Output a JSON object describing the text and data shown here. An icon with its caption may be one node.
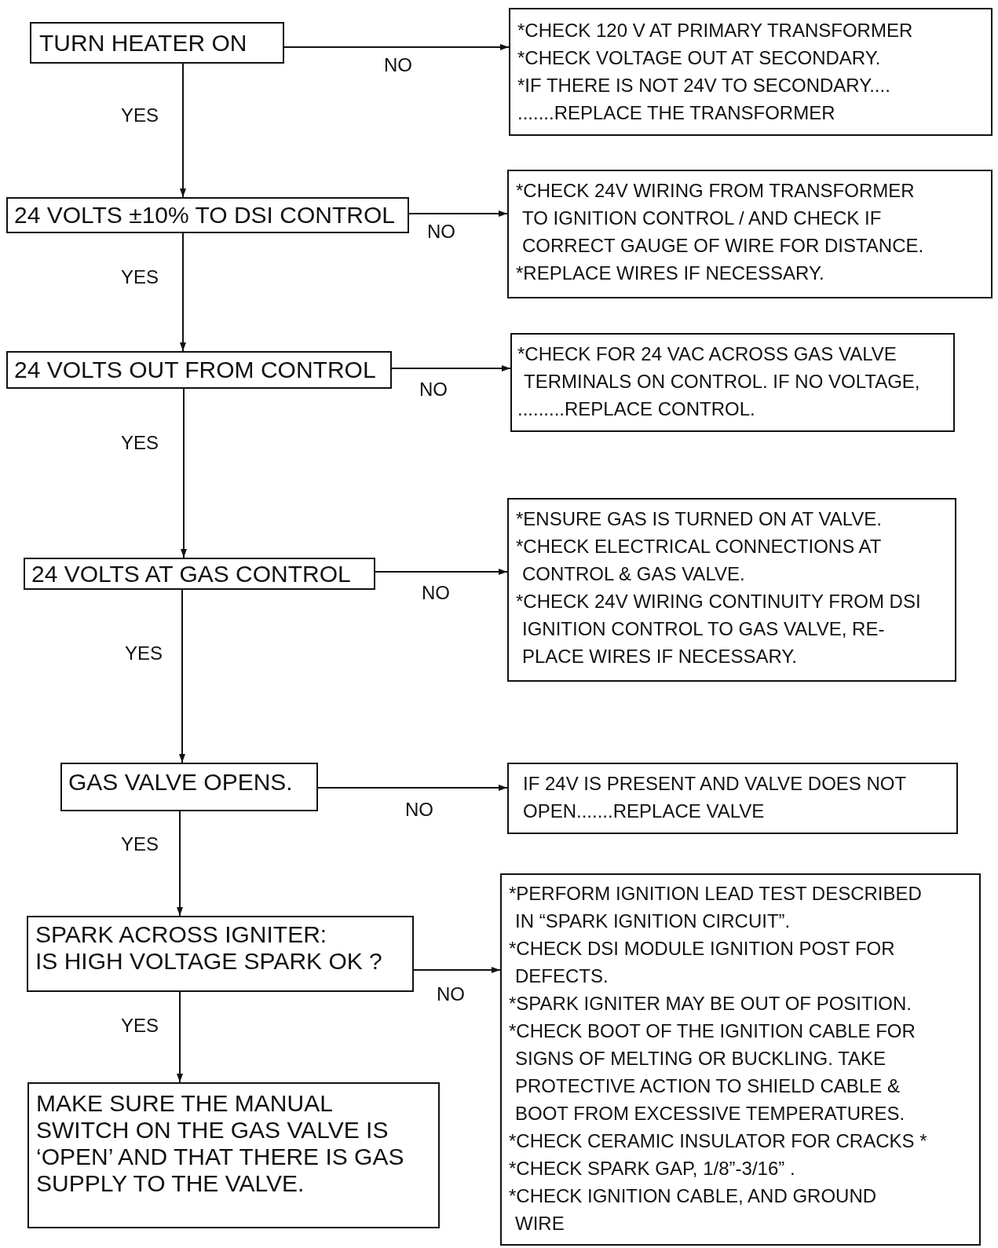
{
  "diagram": {
    "nodes": [
      {
        "text": [
          "TURN HEATER ON"
        ]
      },
      {
        "text": [
          "*CHECK 120 V AT PRIMARY TRANSFORMER",
          "*CHECK VOLTAGE OUT AT SECONDARY.",
          "*IF THERE IS NOT 24V TO SECONDARY....",
          ".......REPLACE THE TRANSFORMER"
        ]
      },
      {
        "text": [
          "24 VOLTS ±10% TO DSI CONTROL"
        ]
      },
      {
        "text": [
          "*CHECK 24V WIRING FROM TRANSFORMER TO IGNITION CONTROL / AND CHECK IF CORRECT GAUGE OF WIRE FOR DISTANCE.",
          "*REPLACE WIRES IF NECESSARY."
        ]
      },
      {
        "text": [
          "24 VOLTS OUT FROM CONTROL"
        ]
      },
      {
        "text": [
          "*CHECK FOR 24 VAC ACROSS GAS VALVE TERMINALS ON CONTROL. IF NO VOLTAGE,",
          ".........REPLACE CONTROL."
        ]
      },
      {
        "text": [
          "24 VOLTS AT GAS CONTROL"
        ]
      },
      {
        "text": [
          "*ENSURE GAS IS TURNED ON AT VALVE.",
          "*CHECK ELECTRICAL CONNECTIONS AT CONTROL & GAS VALVE.",
          "*CHECK 24V WIRING CONTINUITY FROM DSI IGNITION CONTROL TO GAS VALVE, RE- PLACE WIRES IF NECESSARY."
        ]
      },
      {
        "text": [
          "GAS VALVE OPENS."
        ]
      },
      {
        "text": [
          "IF 24V IS PRESENT AND VALVE DOES NOT OPEN.......REPLACE VALVE"
        ]
      },
      {
        "text": [
          "SPARK ACROSS IGNITER:",
          "IS HIGH VOLTAGE SPARK OK ?"
        ]
      },
      {
        "text": [
          "*PERFORM IGNITION LEAD TEST DESCRIBED IN “SPARK IGNITION CIRCUIT”.",
          "*CHECK DSI MODULE IGNITION POST FOR DEFECTS.",
          "*SPARK IGNITER MAY BE OUT OF POSITION.",
          "*CHECK BOOT OF THE IGNITION CABLE FOR SIGNS OF MELTING OR BUCKLING. TAKE PROTECTIVE ACTION TO SHIELD CABLE & BOOT FROM EXCESSIVE TEMPERATURES.",
          "*CHECK CERAMIC INSULATOR FOR CRACKS *",
          "*CHECK SPARK GAP, 1/8”-3/16” .",
          "*CHECK IGNITION CABLE, AND GROUND WIRE"
        ]
      },
      {
        "text": [
          "MAKE SURE THE MANUAL SWITCH ON THE GAS VALVE IS ‘OPEN’ AND THAT THERE IS GAS SUPPLY TO THE VALVE."
        ]
      }
    ],
    "edges": [
      {
        "from": 0,
        "to": 1,
        "arrow": "to",
        "label": "NO"
      },
      {
        "from": 0,
        "to": 2,
        "arrow": "to",
        "label": "YES"
      },
      {
        "from": 2,
        "to": 3,
        "arrow": "to",
        "label": "NO"
      },
      {
        "from": 2,
        "to": 4,
        "arrow": "to",
        "label": "YES"
      },
      {
        "from": 4,
        "to": 5,
        "arrow": "to",
        "label": "NO"
      },
      {
        "from": 4,
        "to": 6,
        "arrow": "to",
        "label": "YES"
      },
      {
        "from": 6,
        "to": 7,
        "arrow": "to",
        "label": "NO"
      },
      {
        "from": 6,
        "to": 8,
        "arrow": "to",
        "label": "YES"
      },
      {
        "from": 8,
        "to": 9,
        "arrow": "to",
        "label": "NO"
      },
      {
        "from": 8,
        "to": 10,
        "arrow": "to",
        "label": "YES"
      },
      {
        "from": 10,
        "to": 11,
        "arrow": "to",
        "label": "NO"
      },
      {
        "from": 10,
        "to": 12,
        "arrow": "to",
        "label": "YES"
      }
    ]
  }
}
